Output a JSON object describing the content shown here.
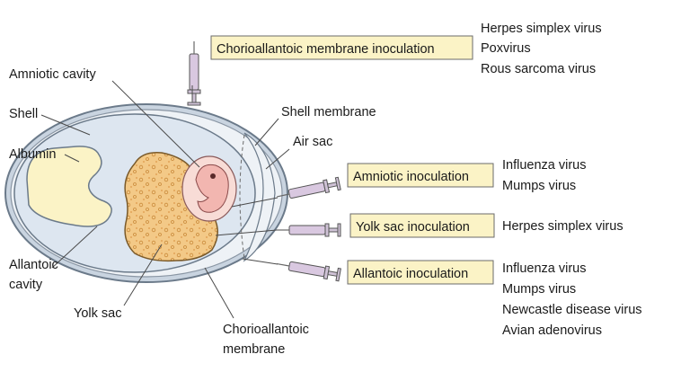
{
  "inoculation_boxes": [
    {
      "label": "Chorioallantoic membrane inoculation"
    },
    {
      "label": "Amniotic inoculation"
    },
    {
      "label": "Yolk sac inoculation"
    },
    {
      "label": "Allantoic inoculation"
    }
  ],
  "virus_lists": [
    {
      "viruses": [
        "Herpes simplex virus",
        "Poxvirus",
        "Rous sarcoma virus"
      ]
    },
    {
      "viruses": [
        "Influenza virus",
        "Mumps virus"
      ]
    },
    {
      "viruses": [
        "Herpes simplex virus"
      ]
    },
    {
      "viruses": [
        "Influenza virus",
        "Mumps virus",
        "Newcastle disease virus",
        "Avian adenovirus"
      ]
    }
  ],
  "structure_labels": {
    "amniotic_cavity": "Amniotic cavity",
    "shell": "Shell",
    "albumin": "Albumin",
    "allantoic_cavity_line1": "Allantoic",
    "allantoic_cavity_line2": "cavity",
    "yolk_sac": "Yolk sac",
    "chorioallantoic_line1": "Chorioallantoic",
    "chorioallantoic_line2": "membrane",
    "shell_membrane": "Shell membrane",
    "air_sac": "Air sac"
  },
  "colors": {
    "shell_fill": "#dde6f0",
    "albumin_fill": "#fbf3c6",
    "yolk_fill": "#f3c987",
    "embryo_fill": "#f2b6b0",
    "box_fill": "#fbf3c6",
    "syringe_barrel": "#d9c8e0"
  }
}
